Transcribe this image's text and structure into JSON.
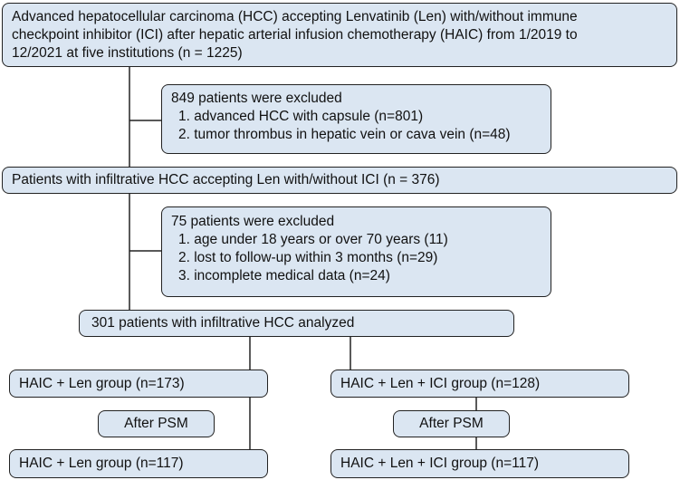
{
  "boxes": {
    "initial": {
      "lines": [
        "Advanced hepatocellular  carcinoma (HCC) accepting Lenvatinib (Len) with/without  immune",
        "checkpoint inhibitor (ICI) after hepatic arterial infusion chemotherapy (HAIC) from 1/2019 to",
        "12/2021 at five institutions (n = 1225)"
      ]
    },
    "exclusion_1": {
      "title": "849 patients were excluded",
      "items": [
        "1. advanced HCC with capsule (n=801)",
        "2. tumor thrombus in hepatic vein or cava vein (n=48)"
      ]
    },
    "infiltrative": {
      "text": "Patients with infiltrative HCC accepting Len with/without ICI (n = 376)"
    },
    "exclusion_2": {
      "title": "75 patients were excluded",
      "items": [
        "1. age under 18 years or over 70 years (11)",
        "2. lost to follow-up within 3 months (n=29)",
        "3. incomplete medical data (n=24)"
      ]
    },
    "analyzed": {
      "text": "301 patients with infiltrative HCC analyzed"
    },
    "group_len": {
      "text": "HAIC + Len group (n=173)"
    },
    "group_len_ici": {
      "text": "HAIC + Len + ICI group (n=128)"
    },
    "psm_left": {
      "text": "After PSM"
    },
    "psm_right": {
      "text": "After PSM"
    },
    "final_len": {
      "text": "HAIC + Len group (n=117)"
    },
    "final_len_ici": {
      "text": "HAIC + Len + ICI group (n=117)"
    }
  },
  "colors": {
    "box_fill": "#dbe6f2",
    "box_border": "#222222",
    "connector": "#222222"
  }
}
